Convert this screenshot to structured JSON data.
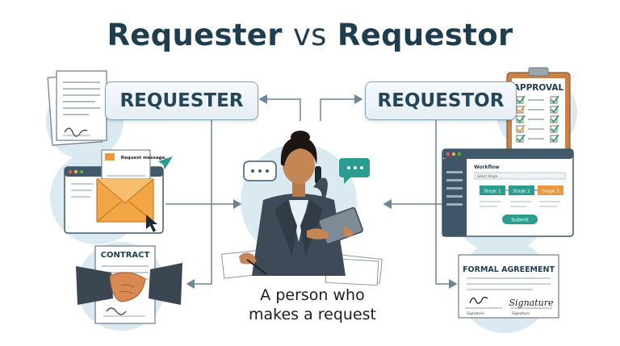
{
  "title": {
    "part1": "Requester",
    "part2": "vs",
    "part3": "Requestor"
  },
  "left_label": "REQUESTER",
  "right_label": "REQUESTOR",
  "caption": {
    "line1": "A person who",
    "line2": "makes a request"
  },
  "email": {
    "text": "Request message."
  },
  "contract": {
    "title": "CONTRACT"
  },
  "approval": {
    "title": "APPROVAL"
  },
  "workflow": {
    "title": "Workflow",
    "select": "Select Stage...",
    "stages": [
      "Stage 1",
      "Stage 2",
      "Stage 3"
    ],
    "submit": "Submit"
  },
  "agreement": {
    "title": "FORMAL AGREEMENT",
    "sig_left": "Signature",
    "sig_right": "Signature",
    "sig_script_right": "Signature"
  },
  "colors": {
    "accent": "#e8983e",
    "teal": "#2a9d8f",
    "circle": "#dbeaf0",
    "navy": "#1e3d4f"
  }
}
